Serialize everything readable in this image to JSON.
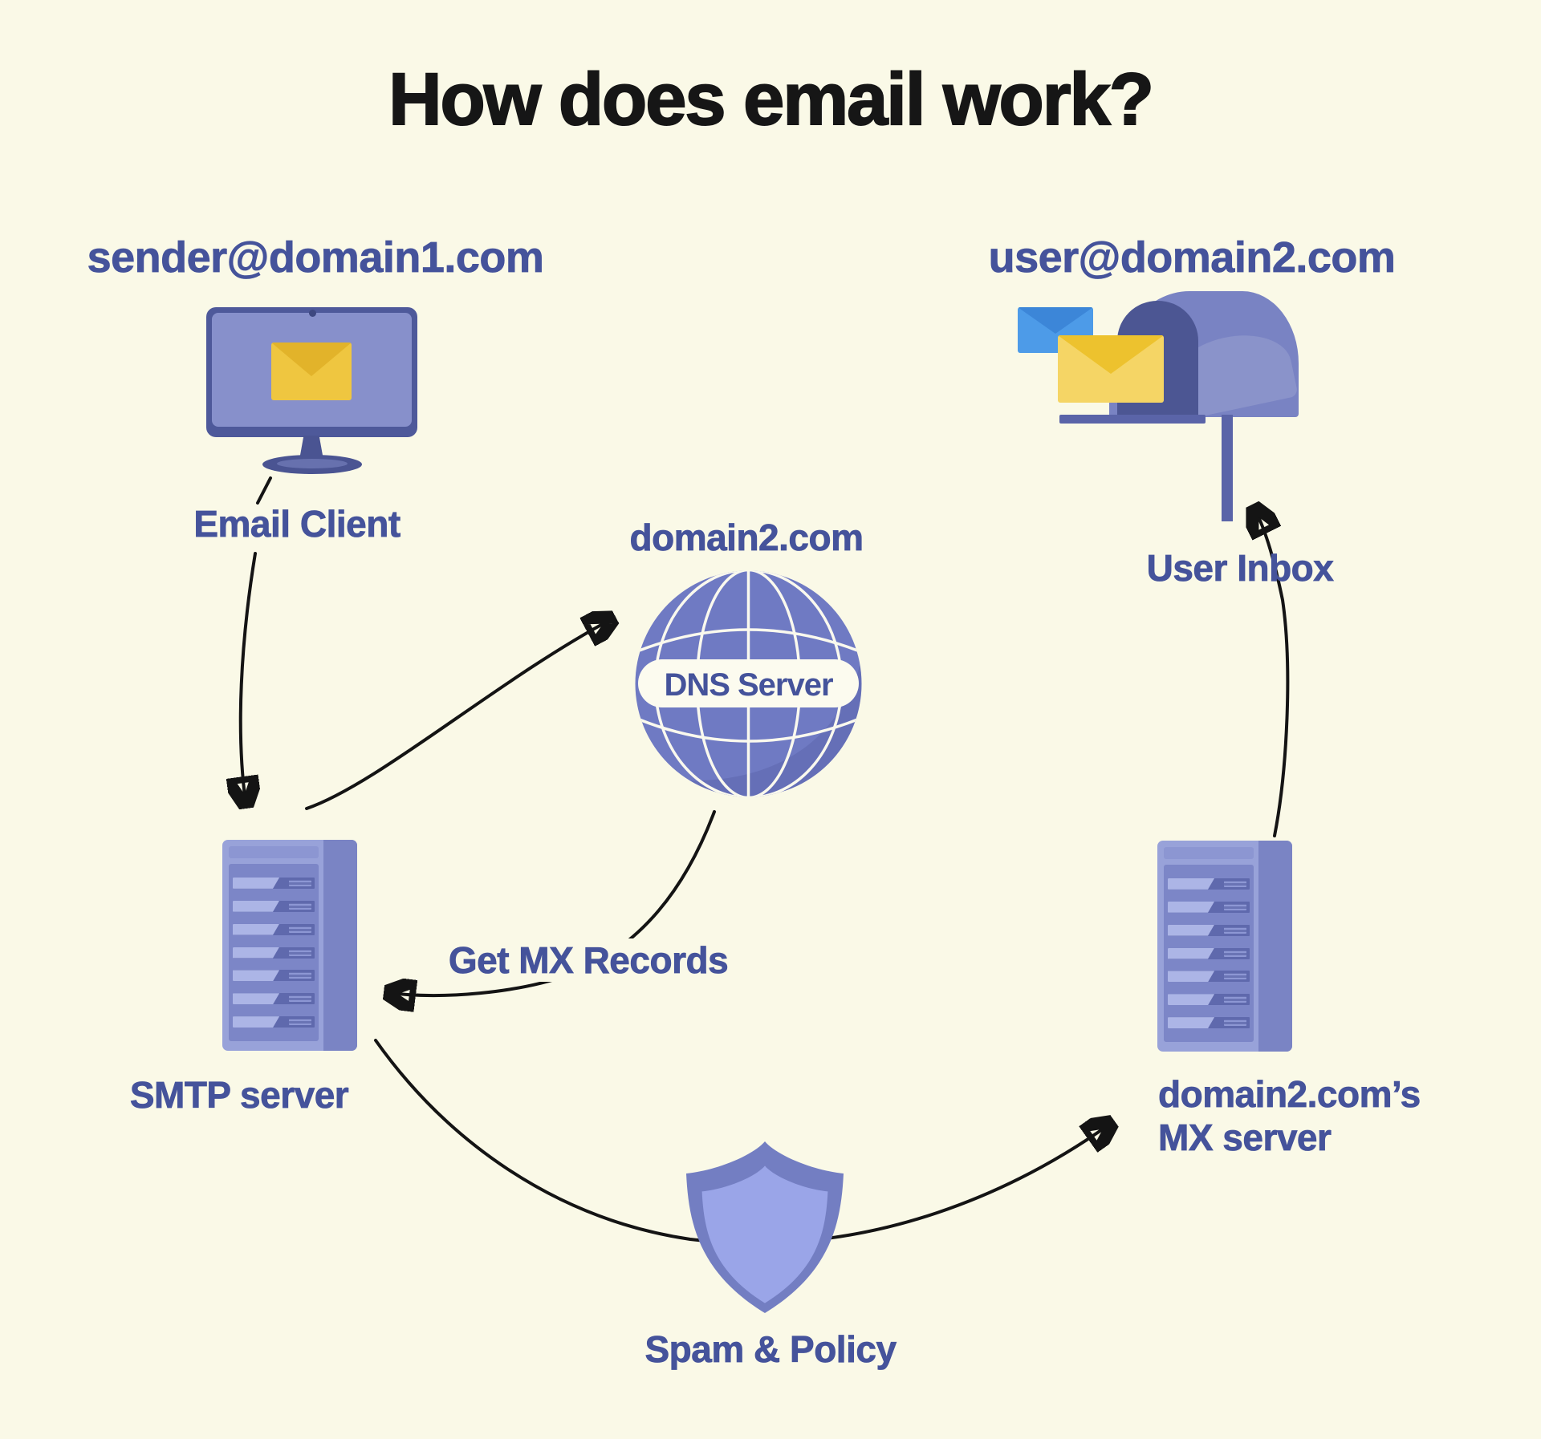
{
  "title": "How does email work?",
  "sender": {
    "address": "sender@domain1.com",
    "label": "Email Client"
  },
  "recipient": {
    "address": "user@domain2.com",
    "label": "User Inbox"
  },
  "dns": {
    "domain_label": "domain2.com",
    "badge": "DNS Server"
  },
  "smtp": {
    "label": "SMTP server"
  },
  "mx": {
    "line1": "domain2.com’s",
    "line2": "MX server"
  },
  "shield": {
    "label": "Spam & Policy"
  },
  "flow": {
    "get_mx": "Get MX Records"
  },
  "server_units": 7,
  "icons": {
    "email_client": "monitor-envelope-icon",
    "user_inbox": "mailbox-icon",
    "dns": "globe-icon",
    "smtp": "server-rack-icon",
    "mx": "server-rack-icon",
    "spam": "shield-icon"
  },
  "colors": {
    "background": "#FAF9E7",
    "label_text": "#45539B",
    "title_text": "#161616",
    "primary_purple": "#7983C3",
    "light_purple": "#98A2D9",
    "dark_purple": "#4C5693",
    "screen_purple": "#8790CB",
    "accent_yellow": "#EFC640",
    "accent_blue": "#4D9BE8",
    "arrow": "#141414",
    "badge_bg": "#FCFBEF"
  }
}
